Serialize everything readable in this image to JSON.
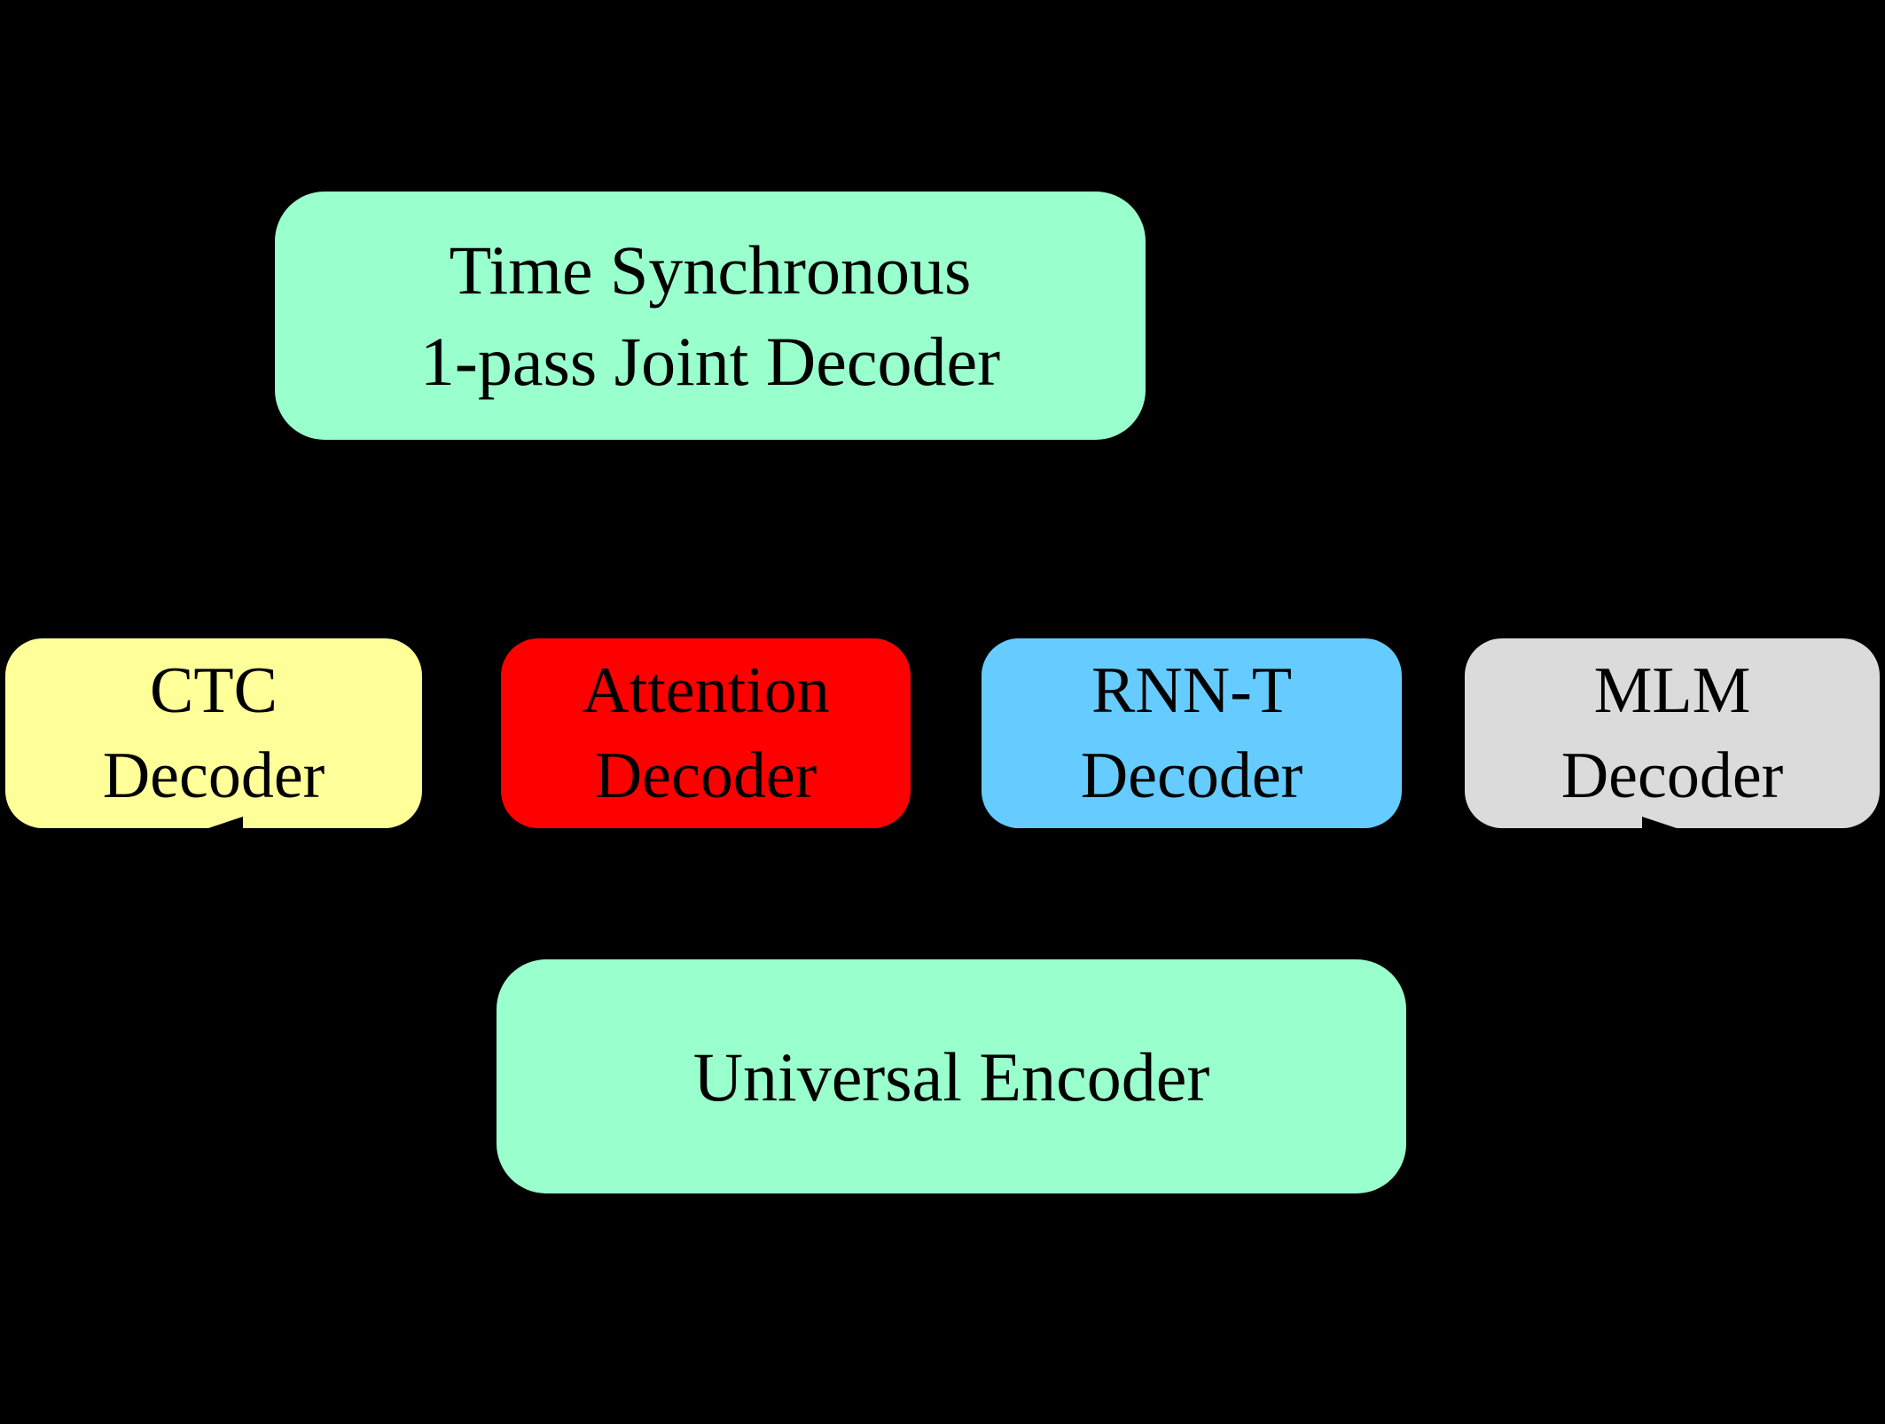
{
  "figure": {
    "background_color": "#000000",
    "text_color": "#000000",
    "nodes": {
      "joint_decoder": {
        "line1": "Time Synchronous",
        "line2": "1-pass Joint Decoder",
        "color": "#99FFCC"
      },
      "ctc_decoder": {
        "line1": "CTC",
        "line2": "Decoder",
        "color": "#FFFF99"
      },
      "attention_decoder": {
        "line1": "Attention",
        "line2": "Decoder",
        "color": "#FF0000"
      },
      "rnnt_decoder": {
        "line1": "RNN-T",
        "line2": "Decoder",
        "color": "#66CCFF"
      },
      "mlm_decoder": {
        "line1": "MLM",
        "line2": "Decoder",
        "color": "#DBDBDB"
      },
      "universal_encoder": {
        "line1": "Universal Encoder",
        "color": "#99FFCC"
      }
    },
    "arrowhead_color": "#000000"
  }
}
